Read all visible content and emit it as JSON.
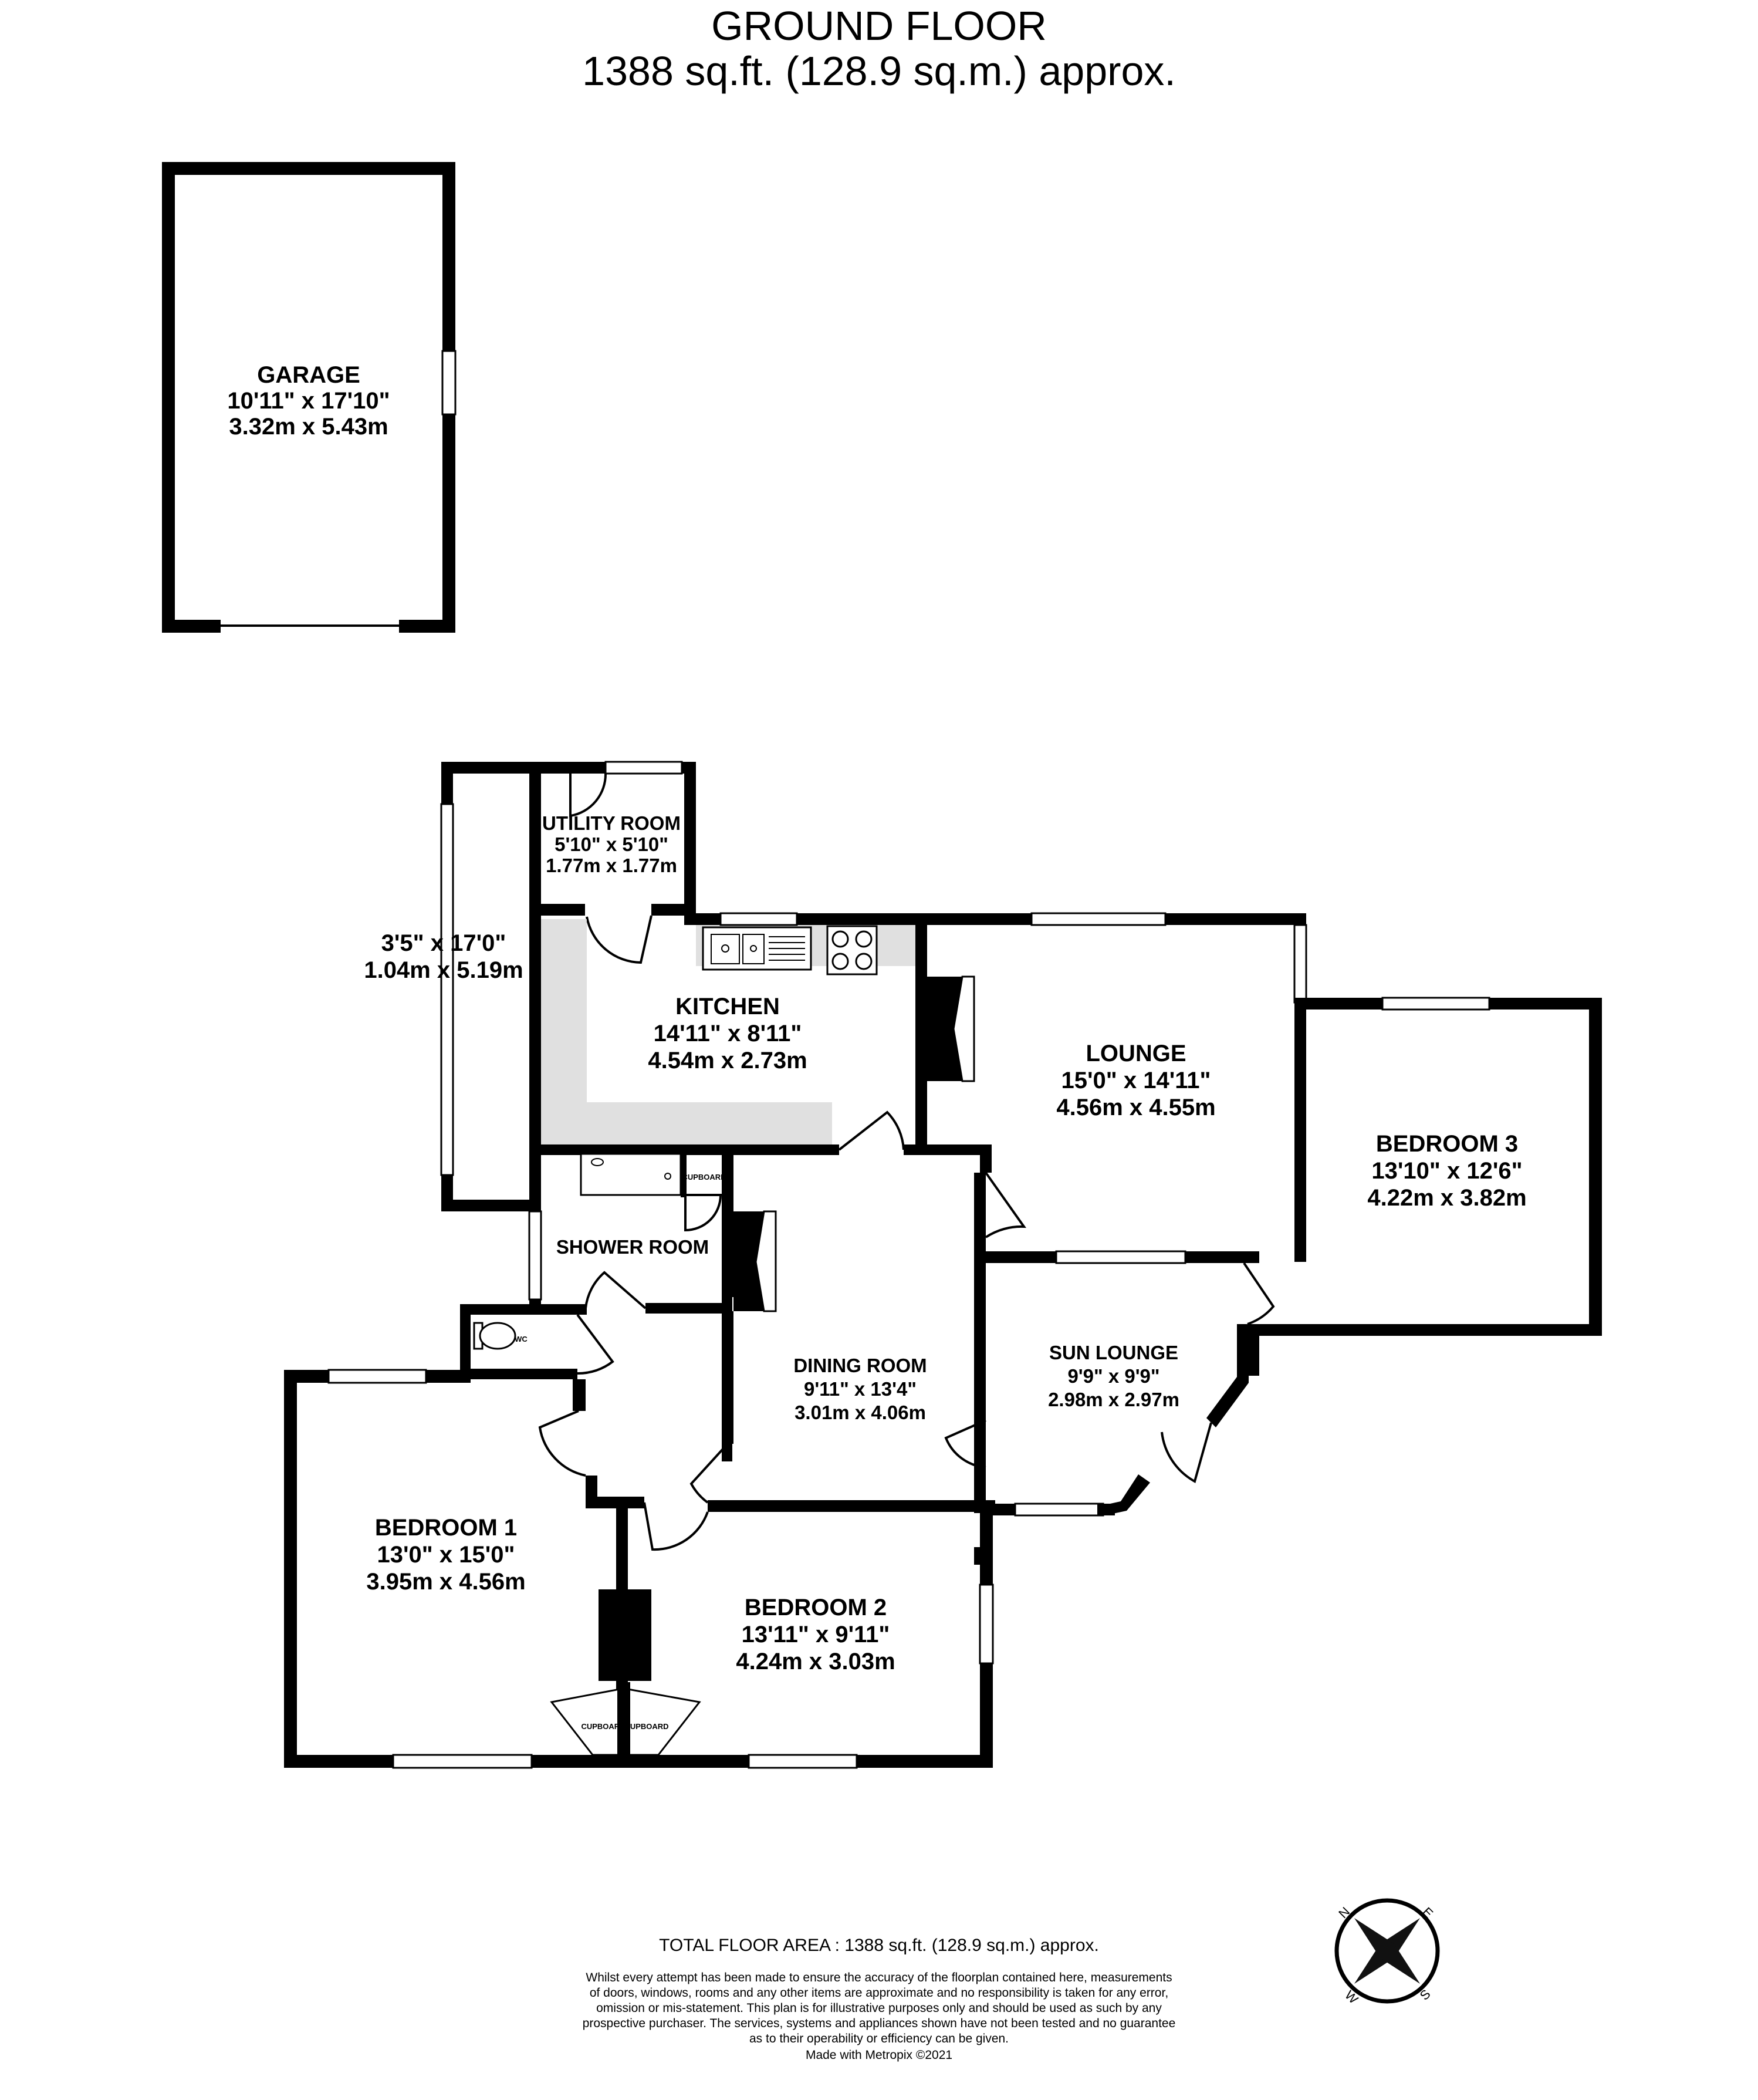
{
  "header": {
    "title": "GROUND FLOOR",
    "area": "1388 sq.ft. (128.9 sq.m.) approx."
  },
  "rooms": {
    "garage": {
      "name": "GARAGE",
      "imperial": "10'11\"  x 17'10\"",
      "metric": "3.32m  x 5.43m"
    },
    "utility": {
      "name": "UTILITY ROOM",
      "imperial": "5'10\"  x 5'10\"",
      "metric": "1.77m  x 1.77m"
    },
    "side": {
      "imperial": "3'5\"  x 17'0\"",
      "metric": "1.04m  x 5.19m"
    },
    "kitchen": {
      "name": "KITCHEN",
      "imperial": "14'11\"  x 8'11\"",
      "metric": "4.54m  x 2.73m"
    },
    "lounge": {
      "name": "LOUNGE",
      "imperial": "15'0\"  x 14'11\"",
      "metric": "4.56m  x 4.55m"
    },
    "bedroom3": {
      "name": "BEDROOM 3",
      "imperial": "13'10\"  x 12'6\"",
      "metric": "4.22m  x 3.82m"
    },
    "shower": {
      "name": "SHOWER ROOM"
    },
    "dining": {
      "name": "DINING ROOM",
      "imperial": "9'11\"  x 13'4\"",
      "metric": "3.01m  x 4.06m"
    },
    "sun": {
      "name": "SUN LOUNGE",
      "imperial": "9'9\"  x 9'9\"",
      "metric": "2.98m  x 2.97m"
    },
    "bedroom1": {
      "name": "BEDROOM 1",
      "imperial": "13'0\"  x 15'0\"",
      "metric": "3.95m  x 4.56m"
    },
    "bedroom2": {
      "name": "BEDROOM 2",
      "imperial": "13'11\"  x 9'11\"",
      "metric": "4.24m  x 3.03m"
    }
  },
  "labels": {
    "wc": "WC",
    "cupboard_shower": "CUPBOARD",
    "cupboard_left": "CUPBOARD",
    "cupboard_right": "CUPBOARD"
  },
  "compass": {
    "n": "N",
    "e": "E",
    "s": "S",
    "w": "W"
  },
  "footer": {
    "total": "TOTAL FLOOR AREA : 1388 sq.ft. (128.9 sq.m.) approx.",
    "disclaimer": [
      "Whilst every attempt has been made to ensure the accuracy of the floorplan contained here, measurements",
      "of doors, windows, rooms and any other items are approximate and no responsibility is taken for any error,",
      "omission or mis-statement. This plan is for illustrative purposes only and should be used as such by any",
      "prospective purchaser. The services, systems and appliances shown have not been tested and no guarantee",
      "as to their operability or efficiency can be given."
    ],
    "credit": "Made with Metropix ©2021"
  }
}
